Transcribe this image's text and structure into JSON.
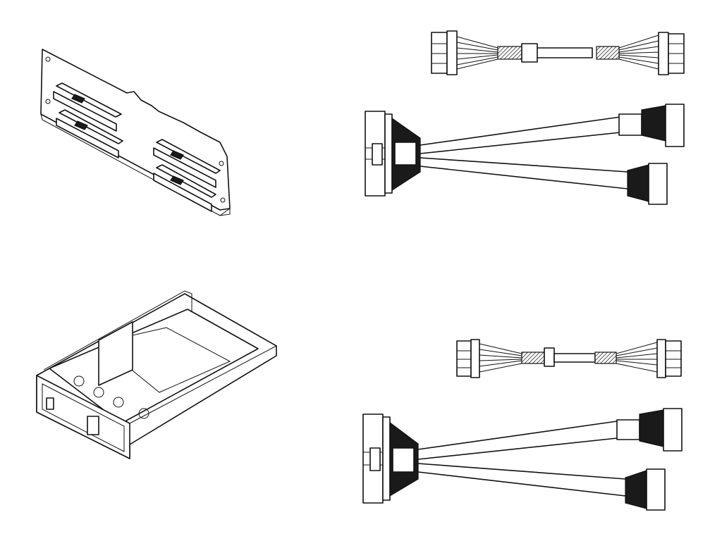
{
  "figure": {
    "background": "#ffffff",
    "line_color": "#111111",
    "parts": [
      {
        "id": "backplane",
        "icon": "drive-backplane-board-icon",
        "connector_count": 4
      },
      {
        "id": "power-cable-top",
        "icon": "power-cable-icon"
      },
      {
        "id": "split-cable-top",
        "icon": "y-split-data-cable-icon",
        "branch_count": 2
      },
      {
        "id": "drive-blank",
        "icon": "drive-tray-blank-icon"
      },
      {
        "id": "power-cable-bottom",
        "icon": "power-cable-icon"
      },
      {
        "id": "split-cable-bottom",
        "icon": "y-split-data-cable-icon",
        "branch_count": 2
      }
    ]
  }
}
